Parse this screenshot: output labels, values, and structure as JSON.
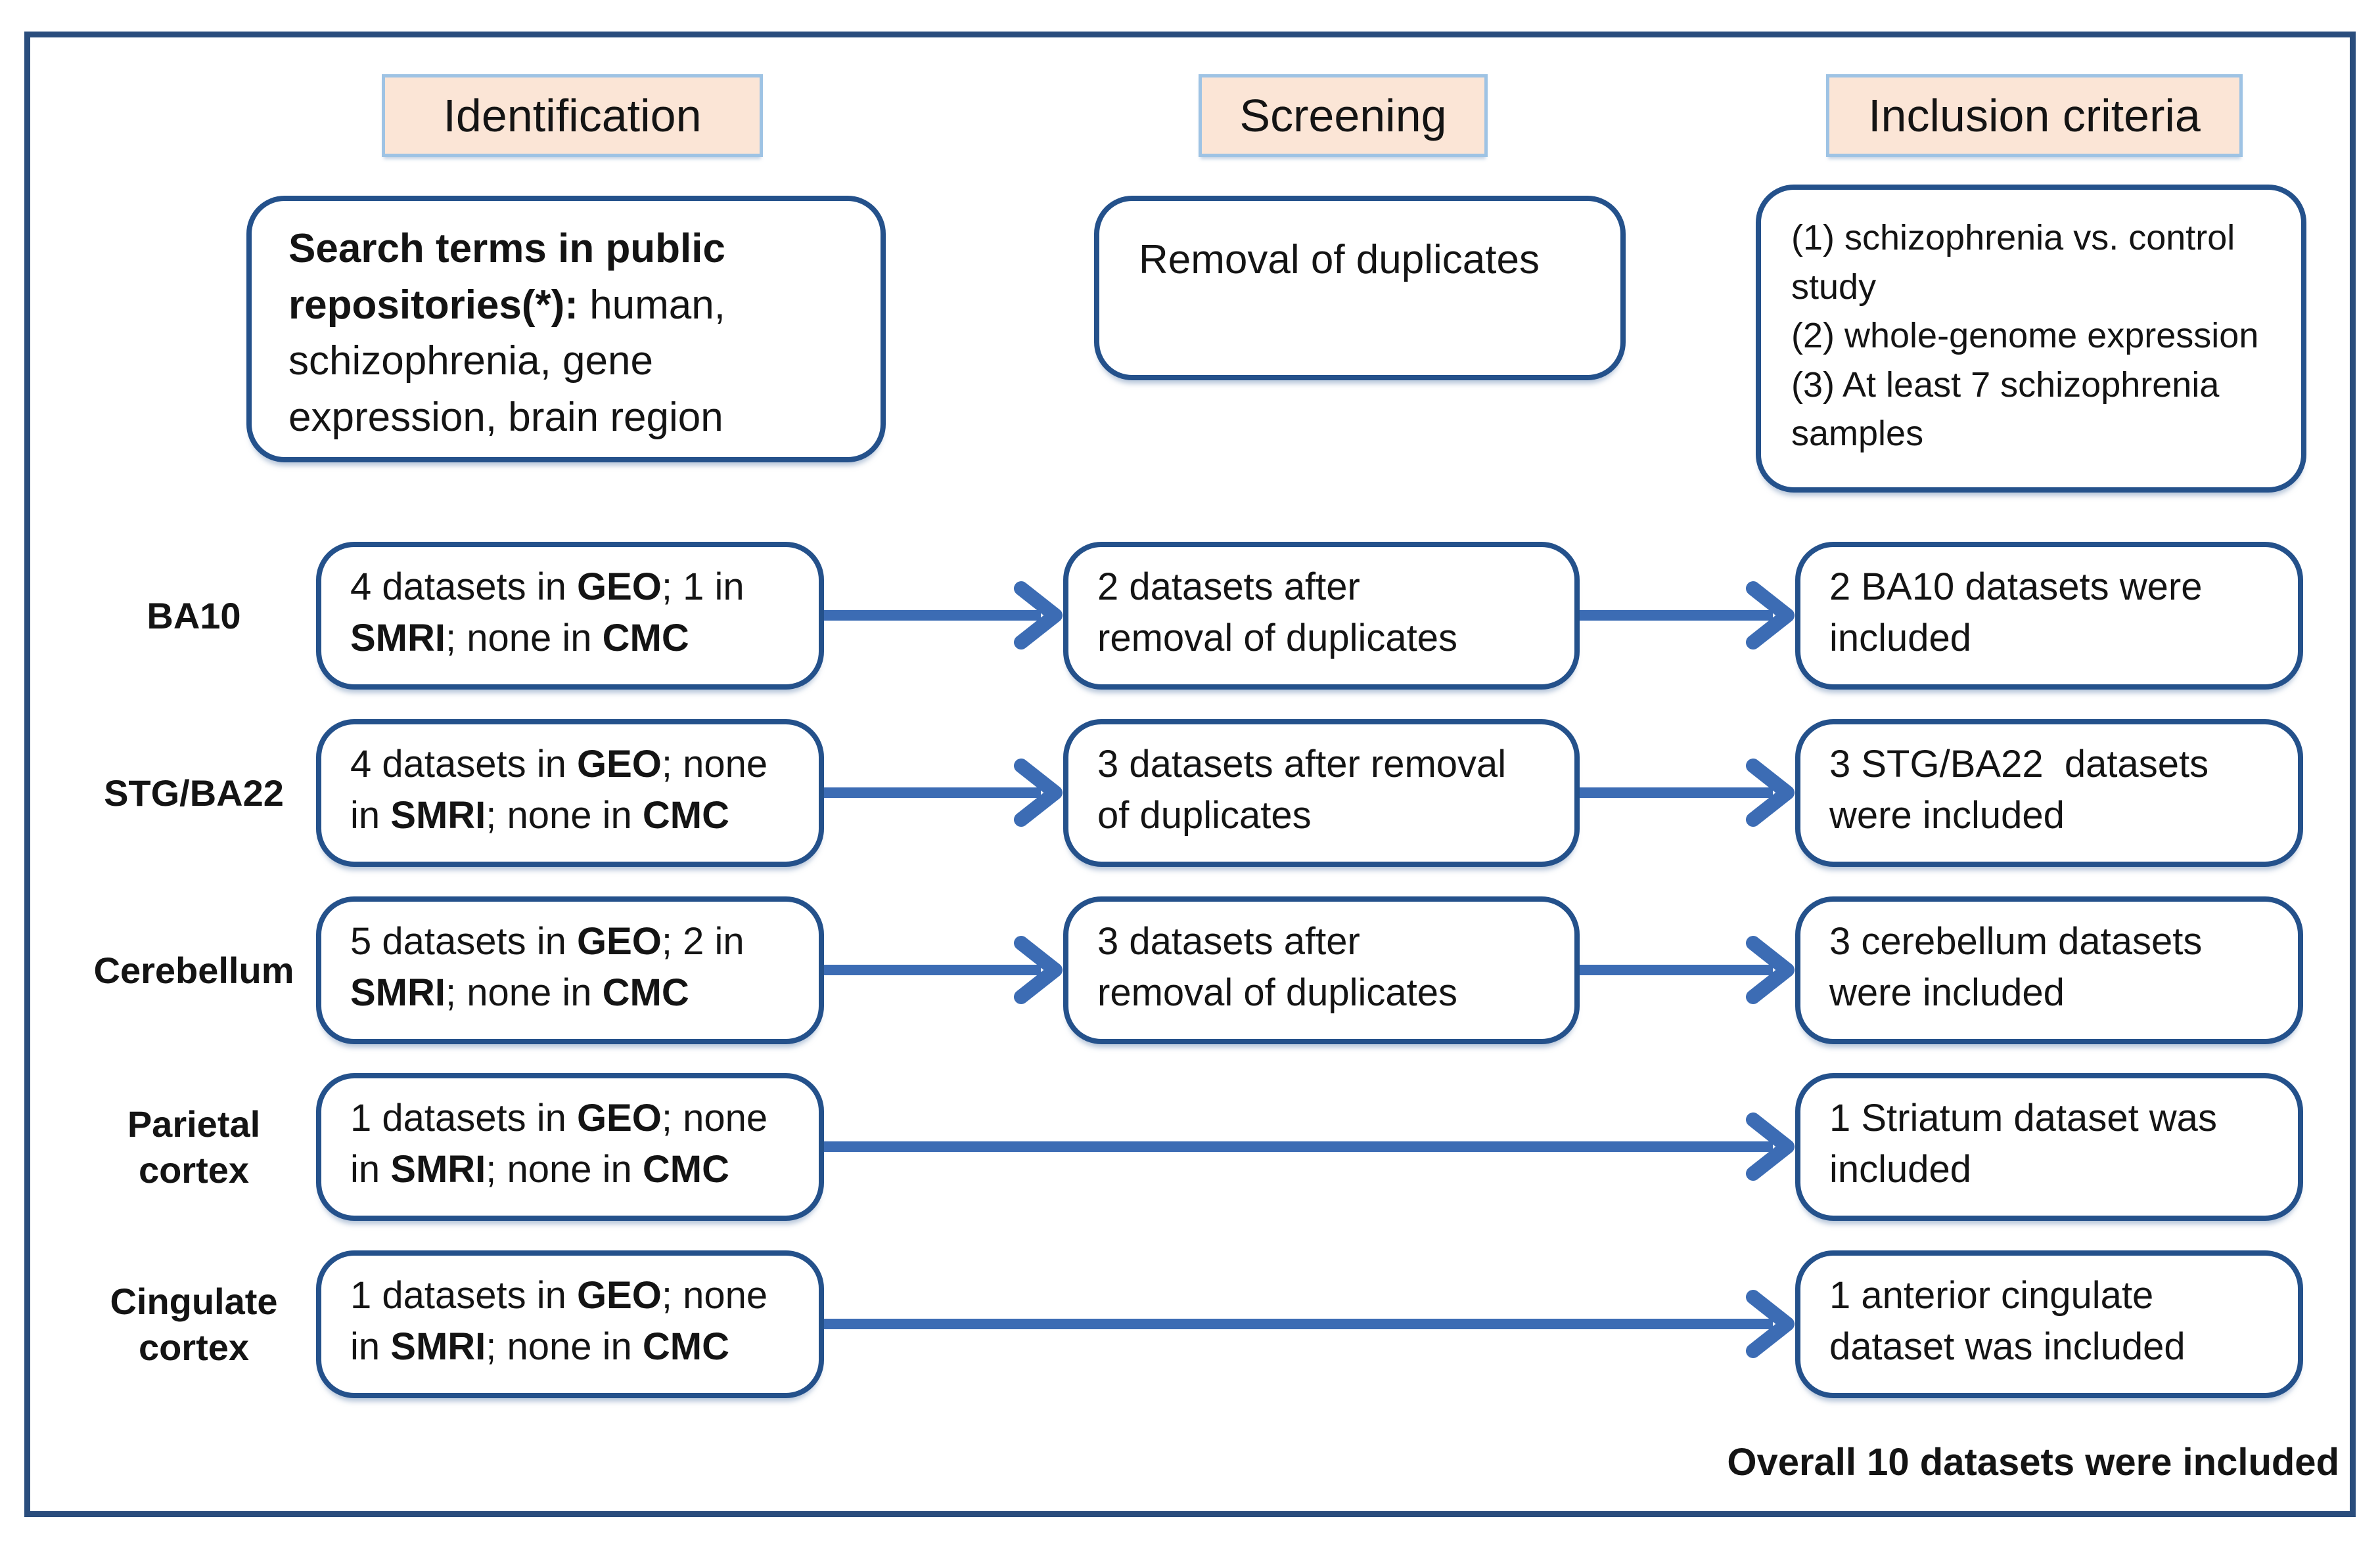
{
  "colors": {
    "outer_border": "#2a4d7d",
    "box_border": "#24518b",
    "header_bg": "#fbe5d6",
    "header_border": "#9ec3e4",
    "arrow": "#3c6cb4",
    "text": "#141414"
  },
  "headers": {
    "identification": "Identification",
    "screening": "Screening",
    "inclusion": "Inclusion criteria"
  },
  "search_terms_box": {
    "line1_bold": "Search terms in public",
    "line2_bold": "repositories(*):",
    "line2_rest": " human,",
    "line3": "schizophrenia, gene",
    "line4": "expression, brain region"
  },
  "screening_box": {
    "text": "Removal of duplicates"
  },
  "criteria_box": {
    "line1": "(1) schizophrenia vs. control",
    "line2": "study",
    "line3": "(2) whole-genome expression",
    "line4": "(3) At least 7 schizophrenia",
    "line5": "samples"
  },
  "rows": [
    {
      "label": "BA10",
      "identification": {
        "l1_pre": "4 datasets in ",
        "l1_geo": "GEO",
        "l1_post": "; 1 in",
        "l2_pre": "",
        "l2_smri": "SMRI",
        "l2_mid": "; none in ",
        "l2_cmc": "CMC"
      },
      "screening": {
        "l1": "2 datasets after",
        "l2": "removal of duplicates"
      },
      "inclusion": {
        "l1": "2 BA10 datasets were",
        "l2": "included"
      }
    },
    {
      "label": "STG/BA22",
      "identification": {
        "l1_pre": "4 datasets in ",
        "l1_geo": "GEO",
        "l1_post": "; none",
        "l2_pre": "in ",
        "l2_smri": "SMRI",
        "l2_mid": "; none in ",
        "l2_cmc": "CMC"
      },
      "screening": {
        "l1": "3 datasets after removal",
        "l2": "of duplicates"
      },
      "inclusion": {
        "l1": "3 STG/BA22  datasets",
        "l2": "were included"
      }
    },
    {
      "label": "Cerebellum",
      "identification": {
        "l1_pre": "5 datasets in ",
        "l1_geo": "GEO",
        "l1_post": "; 2 in",
        "l2_pre": "",
        "l2_smri": "SMRI",
        "l2_mid": "; none in ",
        "l2_cmc": "CMC"
      },
      "screening": {
        "l1": "3 datasets after",
        "l2": "removal of duplicates"
      },
      "inclusion": {
        "l1": "3 cerebellum datasets",
        "l2": "were included"
      }
    },
    {
      "label": "Parietal cortex",
      "identification": {
        "l1_pre": "1 datasets in ",
        "l1_geo": "GEO",
        "l1_post": "; none",
        "l2_pre": "in ",
        "l2_smri": "SMRI",
        "l2_mid": "; none in ",
        "l2_cmc": "CMC"
      },
      "screening": null,
      "inclusion": {
        "l1": "1 Striatum dataset was",
        "l2": "included"
      }
    },
    {
      "label": "Cingulate cortex",
      "identification": {
        "l1_pre": "1 datasets in ",
        "l1_geo": "GEO",
        "l1_post": "; none",
        "l2_pre": "in ",
        "l2_smri": "SMRI",
        "l2_mid": "; none in ",
        "l2_cmc": "CMC"
      },
      "screening": null,
      "inclusion": {
        "l1": "1 anterior cingulate",
        "l2": "dataset was included"
      }
    }
  ],
  "footer": "Overall 10 datasets were included"
}
